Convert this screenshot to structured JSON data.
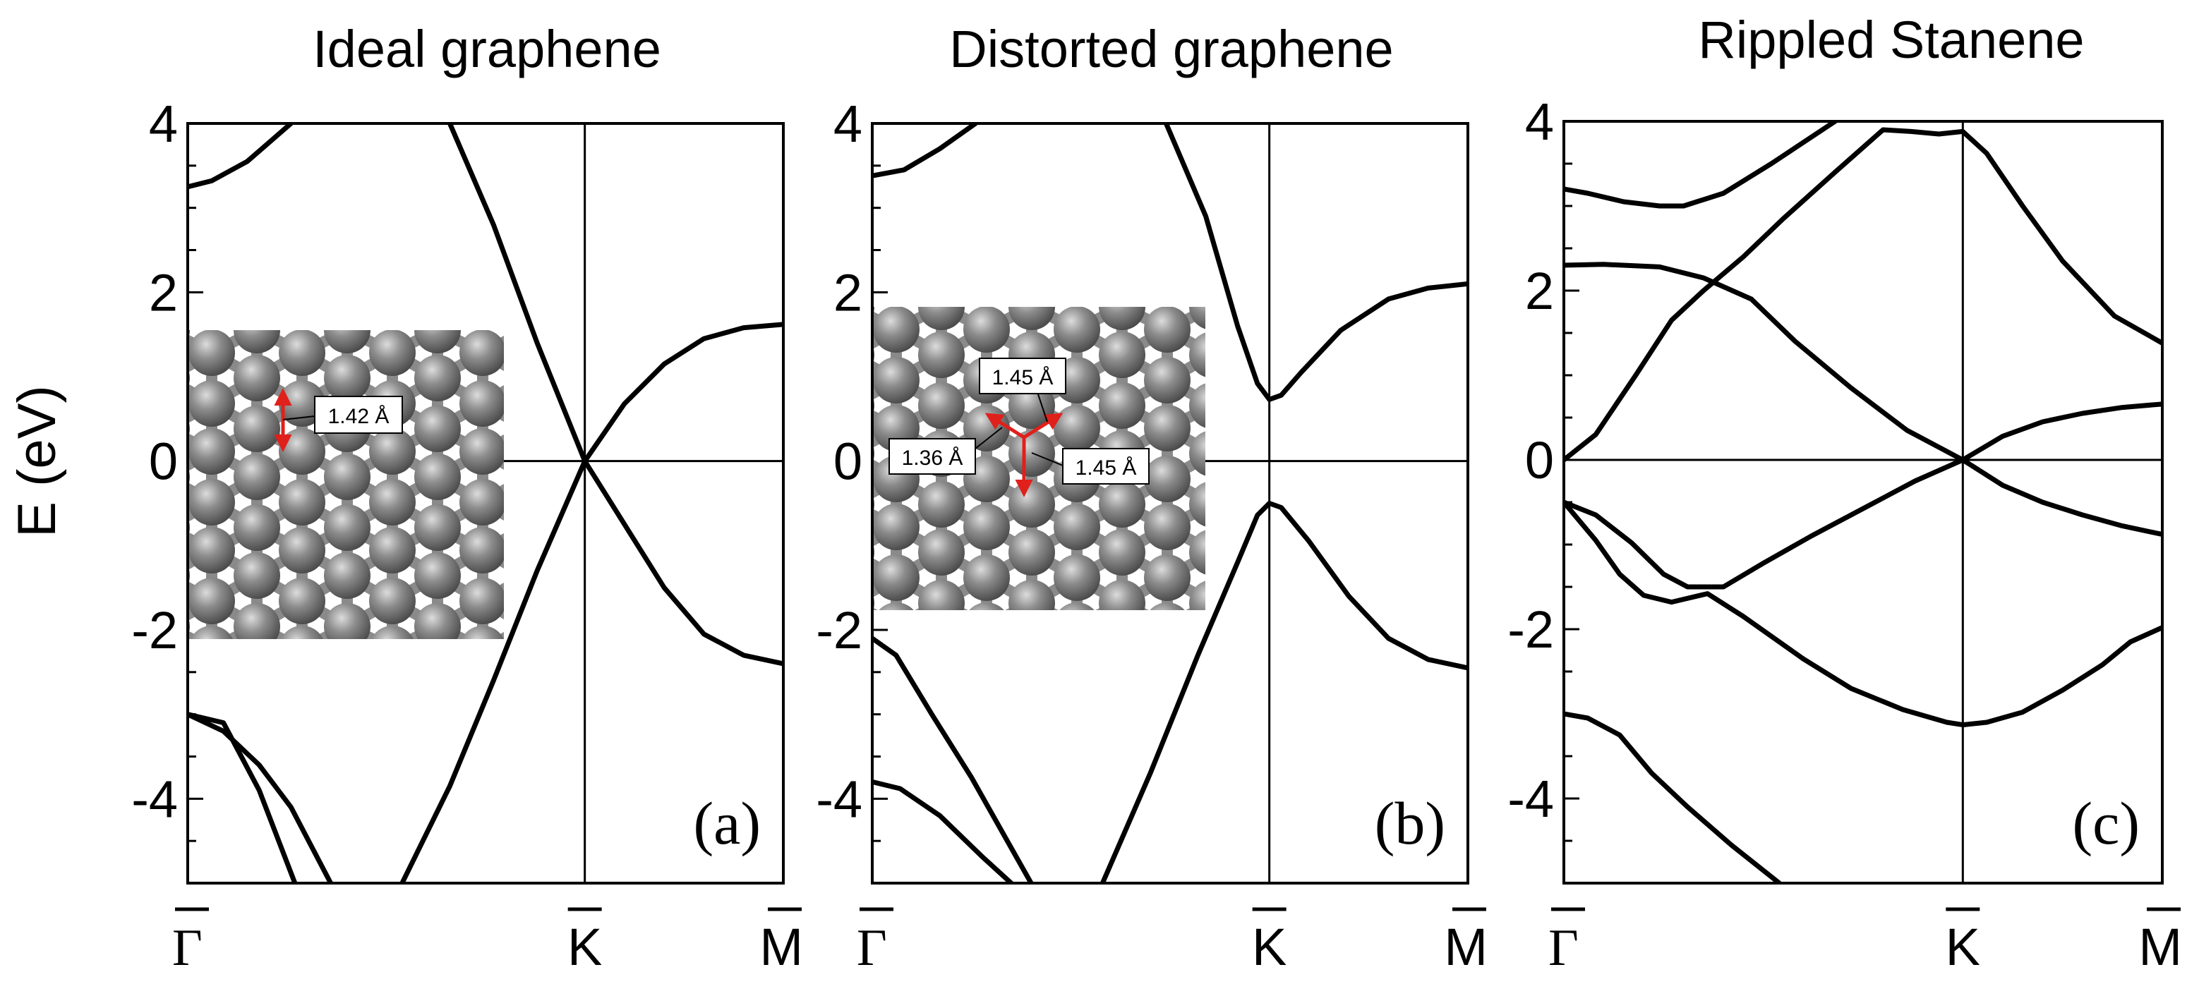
{
  "figure": {
    "ylabel": "E (eV)"
  },
  "chart_data": [
    {
      "type": "line",
      "title": "Ideal graphene",
      "panel_label": "(a)",
      "ylabel": "E (eV)",
      "ylim": [
        -5,
        4
      ],
      "yticks": [
        -4,
        -2,
        0,
        2,
        4
      ],
      "ytick_labels": [
        "-4",
        "-2",
        "0",
        "2",
        "4"
      ],
      "xlim": [
        0,
        1.5
      ],
      "xticks": [
        0,
        1,
        1.5
      ],
      "xtick_labels": [
        "Γ",
        "K",
        "M"
      ],
      "xtick_overbar": true,
      "grid": false,
      "fermi_line": 0,
      "inset": {
        "kind": "lattice",
        "annotations": [
          "1.42 Å"
        ]
      },
      "series": [
        {
          "x": [
            0,
            0.06,
            0.15,
            0.26
          ],
          "y": [
            3.25,
            3.32,
            3.55,
            4.0
          ]
        },
        {
          "x": [
            0.66,
            0.77,
            0.88,
            1.0
          ],
          "y": [
            4.0,
            2.8,
            1.4,
            0.0
          ]
        },
        {
          "x": [
            1.0,
            1.1,
            1.2,
            1.3,
            1.4,
            1.5
          ],
          "y": [
            0.0,
            0.68,
            1.15,
            1.45,
            1.58,
            1.62
          ]
        },
        {
          "x": [
            0.54,
            0.66,
            0.77,
            0.88,
            1.0
          ],
          "y": [
            -5.0,
            -3.85,
            -2.6,
            -1.3,
            0.0
          ]
        },
        {
          "x": [
            1.0,
            1.1,
            1.2,
            1.3,
            1.4,
            1.5
          ],
          "y": [
            0.0,
            -0.75,
            -1.5,
            -2.05,
            -2.3,
            -2.4
          ]
        },
        {
          "x": [
            0,
            0.09,
            0.18,
            0.27
          ],
          "y": [
            -3.0,
            -3.1,
            -3.9,
            -5.0
          ]
        },
        {
          "x": [
            0,
            0.09,
            0.18,
            0.26,
            0.36
          ],
          "y": [
            -3.0,
            -3.2,
            -3.6,
            -4.1,
            -5.0
          ]
        }
      ]
    },
    {
      "type": "line",
      "title": "Distorted graphene",
      "panel_label": "(b)",
      "ylim": [
        -5,
        4
      ],
      "yticks": [
        -4,
        -2,
        0,
        2,
        4
      ],
      "ytick_labels": [
        "-4",
        "-2",
        "0",
        "2",
        "4"
      ],
      "xlim": [
        0,
        1.5
      ],
      "xticks": [
        0,
        1,
        1.5
      ],
      "xtick_labels": [
        "Γ",
        "K",
        "M"
      ],
      "xtick_overbar": true,
      "grid": false,
      "fermi_line": 0,
      "inset": {
        "kind": "lattice",
        "annotations": [
          "1.45 Å",
          "1.36 Å",
          "1.45 Å"
        ]
      },
      "series": [
        {
          "x": [
            0,
            0.08,
            0.17,
            0.26
          ],
          "y": [
            3.38,
            3.45,
            3.7,
            4.0
          ]
        },
        {
          "x": [
            0.74,
            0.84,
            0.92,
            0.97,
            1.0,
            1.03,
            1.08,
            1.18,
            1.3,
            1.4,
            1.5
          ],
          "y": [
            4.0,
            2.9,
            1.6,
            0.92,
            0.73,
            0.78,
            1.05,
            1.55,
            1.92,
            2.05,
            2.1
          ]
        },
        {
          "x": [
            0.58,
            0.7,
            0.82,
            0.92,
            0.97,
            1.0,
            1.03,
            1.1,
            1.2,
            1.3,
            1.4,
            1.5
          ],
          "y": [
            -5.0,
            -3.7,
            -2.3,
            -1.2,
            -0.64,
            -0.5,
            -0.55,
            -0.95,
            -1.6,
            -2.1,
            -2.35,
            -2.45
          ]
        },
        {
          "x": [
            0,
            0.06,
            0.15,
            0.25,
            0.4
          ],
          "y": [
            -2.1,
            -2.3,
            -3.0,
            -3.75,
            -5.0
          ]
        },
        {
          "x": [
            0,
            0.07,
            0.17,
            0.28,
            0.35
          ],
          "y": [
            -3.8,
            -3.88,
            -4.2,
            -4.7,
            -5.0
          ]
        }
      ]
    },
    {
      "type": "line",
      "title": "Rippled Stanene",
      "panel_label": "(c)",
      "ylim": [
        -5,
        4
      ],
      "yticks": [
        -4,
        -2,
        0,
        2,
        4
      ],
      "ytick_labels": [
        "-4",
        "-2",
        "0",
        "2",
        "4"
      ],
      "xlim": [
        0,
        1.5
      ],
      "xticks": [
        0,
        1,
        1.5
      ],
      "xtick_labels": [
        "Γ",
        "K",
        "M"
      ],
      "xtick_overbar": true,
      "grid": false,
      "fermi_line": 0,
      "series": [
        {
          "x": [
            0,
            0.06,
            0.15,
            0.24,
            0.3,
            0.4,
            0.52,
            0.68
          ],
          "y": [
            3.2,
            3.15,
            3.05,
            3.0,
            3.0,
            3.15,
            3.5,
            4.0
          ]
        },
        {
          "x": [
            0,
            0.1,
            0.24,
            0.35,
            0.47
          ],
          "y": [
            2.3,
            2.31,
            2.28,
            2.15,
            1.9
          ]
        },
        {
          "x": [
            0,
            0.08,
            0.18,
            0.27,
            0.35,
            0.45,
            0.55,
            0.68,
            0.8,
            0.87,
            0.94,
            1.0,
            1.06,
            1.15,
            1.25,
            1.38,
            1.5
          ],
          "y": [
            0.0,
            0.3,
            1.0,
            1.65,
            2.0,
            2.4,
            2.85,
            3.4,
            3.9,
            3.88,
            3.85,
            3.88,
            3.62,
            3.0,
            2.35,
            1.7,
            1.38
          ]
        },
        {
          "x": [
            0.47,
            0.58,
            0.72,
            0.86,
            1.0
          ],
          "y": [
            1.9,
            1.4,
            0.85,
            0.35,
            0.0
          ]
        },
        {
          "x": [
            1.0,
            1.1,
            1.2,
            1.3,
            1.4,
            1.5
          ],
          "y": [
            0.0,
            0.28,
            0.45,
            0.55,
            0.62,
            0.66
          ]
        },
        {
          "x": [
            1.0,
            1.1,
            1.2,
            1.3,
            1.4,
            1.5
          ],
          "y": [
            0.0,
            -0.3,
            -0.5,
            -0.65,
            -0.78,
            -0.88
          ]
        },
        {
          "x": [
            0,
            0.08,
            0.17,
            0.25,
            0.31,
            0.4,
            0.5,
            0.62,
            0.76,
            0.88,
            1.0
          ],
          "y": [
            -0.5,
            -0.65,
            -0.98,
            -1.35,
            -1.5,
            -1.5,
            -1.22,
            -0.9,
            -0.55,
            -0.25,
            0.0
          ]
        },
        {
          "x": [
            0,
            0.08,
            0.14,
            0.2,
            0.27,
            0.36,
            0.45,
            0.6,
            0.72,
            0.85,
            0.96,
            1.0,
            1.06,
            1.15,
            1.25,
            1.35,
            1.42,
            1.5
          ],
          "y": [
            -0.5,
            -0.95,
            -1.35,
            -1.6,
            -1.68,
            -1.58,
            -1.85,
            -2.35,
            -2.7,
            -2.95,
            -3.1,
            -3.13,
            -3.1,
            -2.98,
            -2.72,
            -2.42,
            -2.15,
            -1.98
          ]
        },
        {
          "x": [
            0,
            0.06,
            0.14,
            0.22,
            0.31,
            0.42,
            0.54
          ],
          "y": [
            -3.0,
            -3.05,
            -3.25,
            -3.7,
            -4.1,
            -4.55,
            -5.0
          ]
        }
      ]
    }
  ]
}
